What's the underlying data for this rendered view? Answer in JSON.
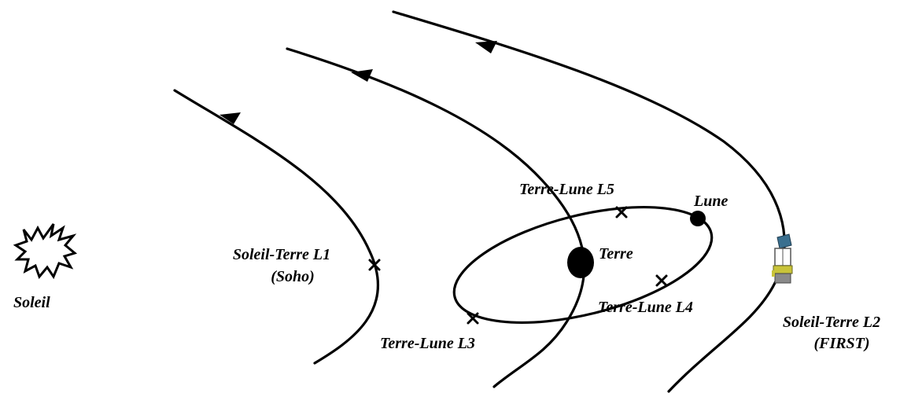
{
  "labels": {
    "soleil": "Soleil",
    "l1": "Soleil-Terre L1",
    "l1_note": "(Soho)",
    "l2": "Soleil-Terre L2",
    "l2_note": "(FIRST)",
    "terre": "Terre",
    "lune": "Lune",
    "tl_l3": "Terre-Lune L3",
    "tl_l4": "Terre-Lune L4",
    "tl_l5": "Terre-Lune L5"
  },
  "icons": {
    "sun": "sun-burst-icon",
    "spacecraft": "spacecraft-icon"
  },
  "colors": {
    "ink": "#000000",
    "spacecraft_body": "#c9c43a",
    "spacecraft_panel": "#3a6f8f"
  }
}
